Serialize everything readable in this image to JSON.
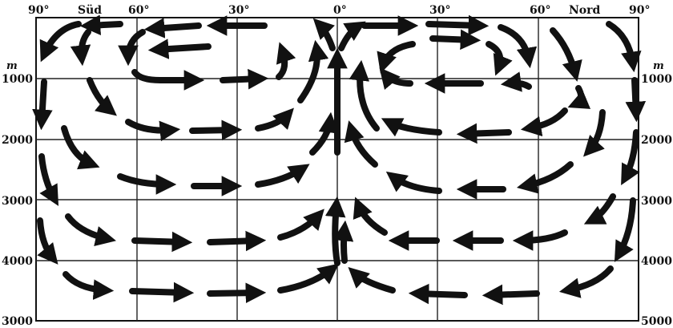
{
  "top_labels": [
    {
      "id": "lat-90-south",
      "text": "90°"
    },
    {
      "id": "hemisphere-south",
      "text": "Süd"
    },
    {
      "id": "lat-60-south",
      "text": "60°"
    },
    {
      "id": "lat-30-south",
      "text": "30°"
    },
    {
      "id": "lat-0",
      "text": "0°"
    },
    {
      "id": "lat-30-north",
      "text": "30°"
    },
    {
      "id": "lat-60-north",
      "text": "60°"
    },
    {
      "id": "hemisphere-north",
      "text": "Nord"
    },
    {
      "id": "lat-90-north",
      "text": "90°"
    }
  ],
  "depth_unit": "m",
  "left_depths": [
    "1000",
    "2000",
    "3000",
    "4000",
    "3000"
  ],
  "right_depths": [
    "1000",
    "2000",
    "3000",
    "4000",
    "5000"
  ]
}
